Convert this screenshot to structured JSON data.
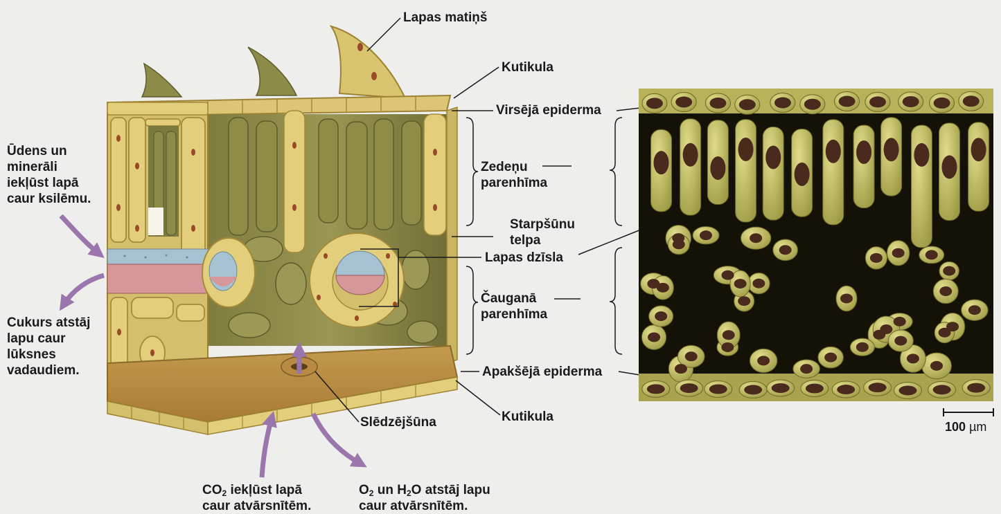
{
  "labels": {
    "leaf_hair": "Lapas matiņš",
    "cuticle_top": "Kutikula",
    "upper_epidermis": "Virsējā epiderma",
    "palisade_1": "Zedeņu",
    "palisade_2": "parenhīma",
    "airspace_1": "Starpšūnu",
    "airspace_2": "telpa",
    "vein": "Lapas dzīsla",
    "spongy_1": "Čauganā",
    "spongy_2": "parenhīma",
    "lower_epidermis": "Apakšējā epiderma",
    "cuticle_bottom": "Kutikula",
    "stoma": "Slēdzējšūna"
  },
  "side_notes": {
    "water": [
      "Ūdens un",
      "minerāli",
      "iekļūst lapā",
      "caur ksilēmu."
    ],
    "sugar": [
      "Cukurs atstāj",
      "lapu caur",
      "lūksnes",
      "vadaudiem."
    ]
  },
  "bottom_notes": {
    "co2_a": "CO",
    "co2_sub": "2",
    "co2_b": " iekļūst lapā",
    "co2_line2": "caur atvārsnītēm.",
    "o2_a": "O",
    "o2_sub": "2",
    "o2_b": " un H",
    "o2_sub2": "2",
    "o2_c": "O atstāj lapu",
    "o2_line2": "caur atvārsnītēm."
  },
  "scale_bar": {
    "value": "100",
    "unit": "µm"
  },
  "colors": {
    "cell_fill": "#e3cf7b",
    "cell_wall": "#a48a3a",
    "nucleus": "#9a4a28",
    "mesophyll_green": "#8c8a45",
    "xylem_blue": "#a6c2d2",
    "phloem_pink": "#d6979a",
    "arrow_purple": "#9b76ad",
    "micrograph_bg": "#141106",
    "micrograph_cell": "#c9c46b"
  }
}
